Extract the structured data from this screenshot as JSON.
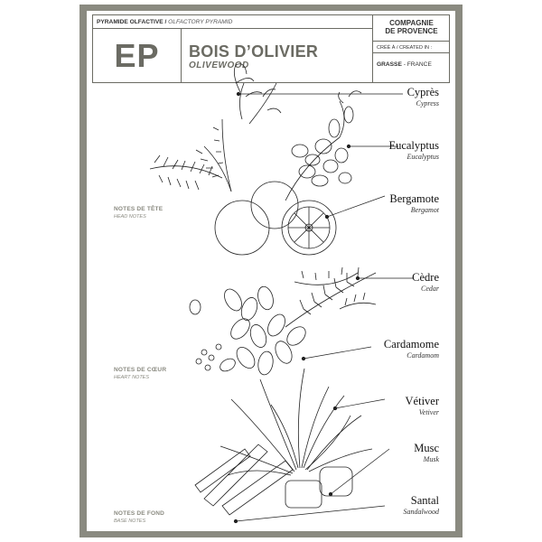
{
  "header": {
    "pyramid_fr": "PYRAMIDE OLFACTIVE /",
    "pyramid_en": "OLFACTORY PYRAMID",
    "ep": "EP",
    "fragrance_name": "BOIS D’OLIVIER",
    "fragrance_name_en": "OLIVEWOOD",
    "brand_line1": "COMPAGNIE",
    "brand_line2": "DE PROVENCE",
    "created_label": "CRÉÉ À / CREATED IN :",
    "city": "GRASSE",
    "country": "- FRANCE"
  },
  "sections": [
    {
      "label": "NOTES DE TÊTE",
      "sub": "HEAD NOTES"
    },
    {
      "label": "NOTES DE CŒUR",
      "sub": "HEART NOTES"
    },
    {
      "label": "NOTES DE FOND",
      "sub": "BASE NOTES"
    }
  ],
  "notes": [
    {
      "fr": "Cyprès",
      "en": "Cypress"
    },
    {
      "fr": "Eucalyptus",
      "en": "Eucalyptus"
    },
    {
      "fr": "Bergamote",
      "en": "Bergamot"
    },
    {
      "fr": "Cèdre",
      "en": "Cedar"
    },
    {
      "fr": "Cardamome",
      "en": "Cardamom"
    },
    {
      "fr": "Vétiver",
      "en": "Vetiver"
    },
    {
      "fr": "Musc",
      "en": "Musk"
    },
    {
      "fr": "Santal",
      "en": "Sandalwood"
    }
  ],
  "colors": {
    "frame": "#8a8a80",
    "accent": "#6b6b63",
    "ink": "#111111"
  }
}
